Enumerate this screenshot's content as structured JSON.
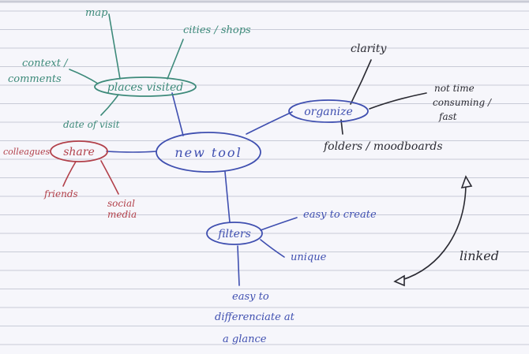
{
  "colors": {
    "paper": "#f6f6fb",
    "rule": "#b9bccb",
    "blue": "#3f4fb0",
    "green": "#3d8a7a",
    "red": "#b2404a",
    "black": "#2a2a32"
  },
  "nodes": {
    "center": "new tool",
    "places": "places visited",
    "share": "share",
    "organize": "organize",
    "filters": "filters"
  },
  "labels": {
    "map": "map",
    "cities_line1": "cities / shops",
    "context_line1": "context /",
    "context_line2": "comments",
    "date_of_visit": "date of visit",
    "colleagues": "colleagues",
    "friends": "friends",
    "social_line1": "social",
    "social_line2": "media",
    "clarity": "clarity",
    "not_time_line1": "not time",
    "not_time_line2": "consuming /",
    "not_time_line3": "fast",
    "folders": "folders / moodboards",
    "easy_create": "easy to create",
    "unique": "unique",
    "easy_diff_line1": "easy to",
    "easy_diff_line2": "differenciate at",
    "easy_diff_line3": "a glance",
    "linked": "linked"
  }
}
